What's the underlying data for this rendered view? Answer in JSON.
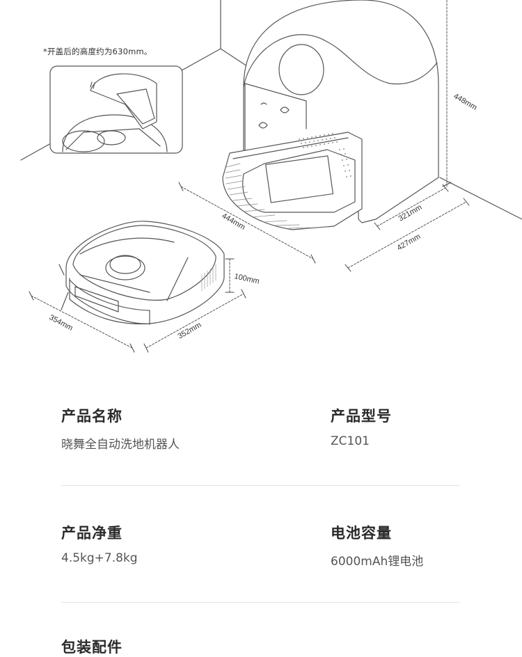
{
  "diagram": {
    "note": "*开盖后的高度约为630mm。",
    "dims": {
      "station_height": "448mm",
      "station_depth": "321mm",
      "station_width": "427mm",
      "tray_length": "444mm",
      "robot_height": "100mm",
      "robot_length": "354mm",
      "robot_width": "352mm"
    }
  },
  "specs": [
    {
      "label": "产品名称",
      "value": "晓舞全自动洗地机器人"
    },
    {
      "label": "产品型号",
      "value": "ZC101"
    },
    {
      "label": "产品净重",
      "value": "4.5kg+7.8kg"
    },
    {
      "label": "电池容量",
      "value": "6000mAh锂电池"
    }
  ],
  "next_section_label": "包装配件"
}
